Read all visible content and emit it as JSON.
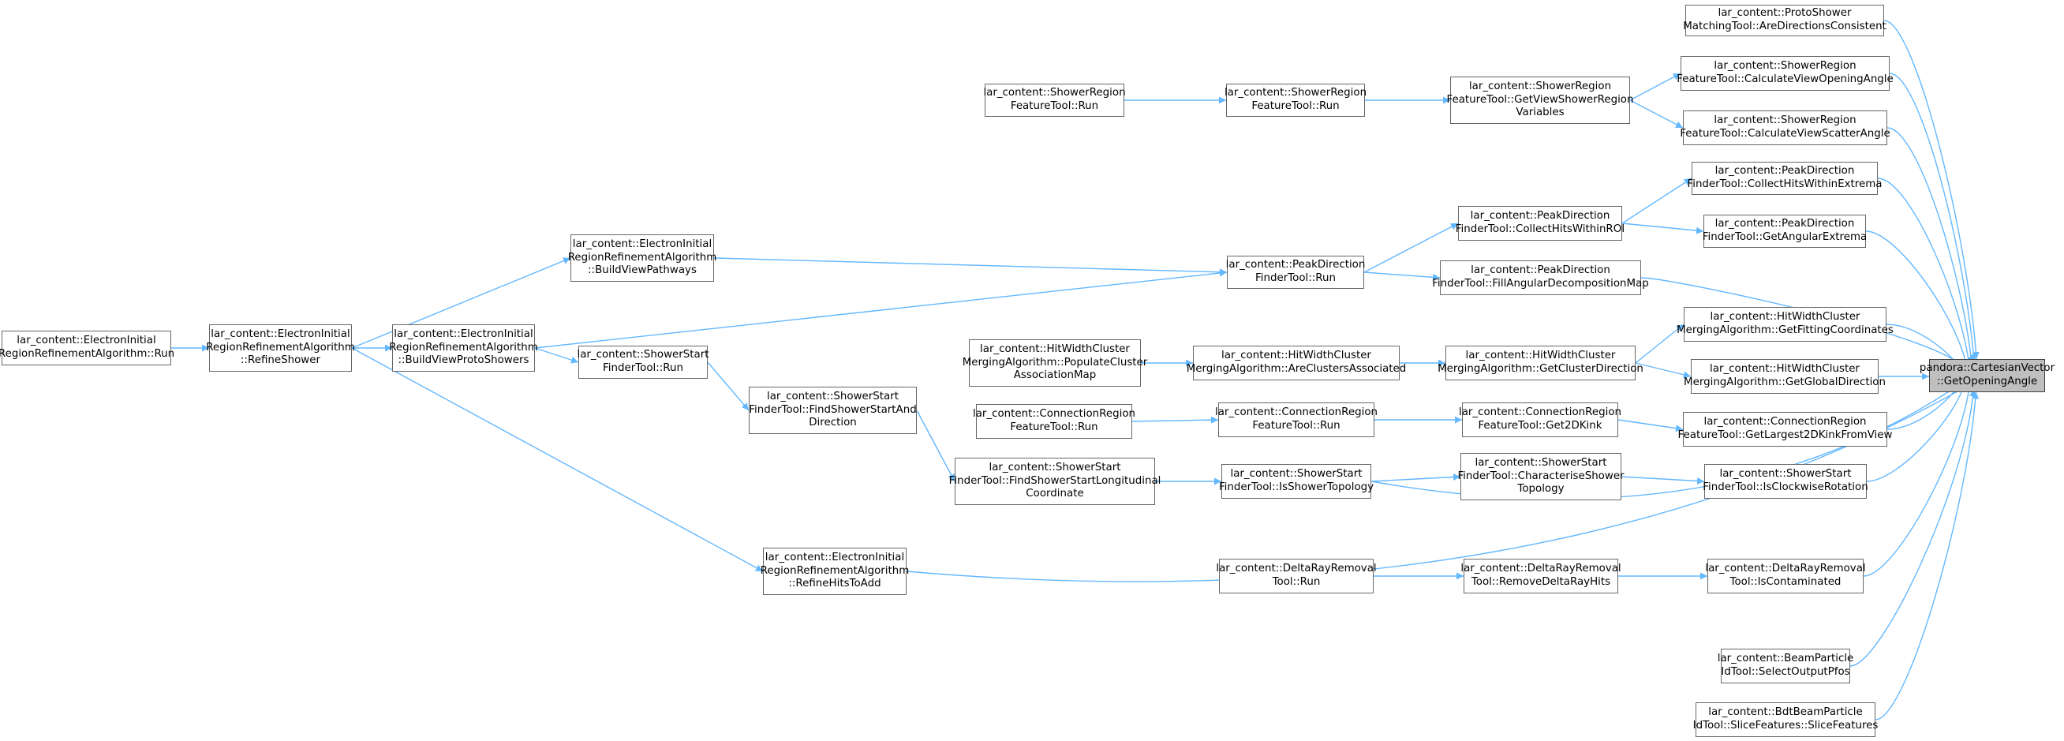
{
  "graph": {
    "edge_color": "#63b8ff",
    "node_border_color": "#666666",
    "target_fill_color": "#bfbfbf",
    "nodes": [
      {
        "id": "n_target",
        "lines": [
          "pandora::CartesianVector",
          "::GetOpeningAngle"
        ]
      },
      {
        "id": "n_proto",
        "lines": [
          "lar_content::ProtoShower",
          "MatchingTool::AreDirectionsConsistent"
        ]
      },
      {
        "id": "n_srf_cvoa",
        "lines": [
          "lar_content::ShowerRegion",
          "FeatureTool::CalculateViewOpeningAngle"
        ]
      },
      {
        "id": "n_srf_cvsa",
        "lines": [
          "lar_content::ShowerRegion",
          "FeatureTool::CalculateViewScatterAngle"
        ]
      },
      {
        "id": "n_srf_gvsr",
        "lines": [
          "lar_content::ShowerRegion",
          "FeatureTool::GetViewShowerRegion",
          "Variables"
        ]
      },
      {
        "id": "n_srf_run2",
        "lines": [
          "lar_content::ShowerRegion",
          "FeatureTool::Run"
        ]
      },
      {
        "id": "n_srf_run1",
        "lines": [
          "lar_content::ShowerRegion",
          "FeatureTool::Run"
        ]
      },
      {
        "id": "n_pd_chwe",
        "lines": [
          "lar_content::PeakDirection",
          "FinderTool::CollectHitsWithinExtrema"
        ]
      },
      {
        "id": "n_pd_gae",
        "lines": [
          "lar_content::PeakDirection",
          "FinderTool::GetAngularExtrema"
        ]
      },
      {
        "id": "n_pd_chwr",
        "lines": [
          "lar_content::PeakDirection",
          "FinderTool::CollectHitsWithinROI"
        ]
      },
      {
        "id": "n_pd_fadm",
        "lines": [
          "lar_content::PeakDirection",
          "FinderTool::FillAngularDecompositionMap"
        ]
      },
      {
        "id": "n_pd_run",
        "lines": [
          "lar_content::PeakDirection",
          "FinderTool::Run"
        ]
      },
      {
        "id": "n_eir_bvp",
        "lines": [
          "lar_content::ElectronInitial",
          "RegionRefinementAlgorithm",
          "::BuildViewPathways"
        ]
      },
      {
        "id": "n_eir_bvps",
        "lines": [
          "lar_content::ElectronInitial",
          "RegionRefinementAlgorithm",
          "::BuildViewProtoShowers"
        ]
      },
      {
        "id": "n_eir_rs",
        "lines": [
          "lar_content::ElectronInitial",
          "RegionRefinementAlgorithm",
          "::RefineShower"
        ]
      },
      {
        "id": "n_eir_run",
        "lines": [
          "lar_content::ElectronInitial",
          "RegionRefinementAlgorithm::Run"
        ]
      },
      {
        "id": "n_hw_gfc",
        "lines": [
          "lar_content::HitWidthCluster",
          "MergingAlgorithm::GetFittingCoordinates"
        ]
      },
      {
        "id": "n_hw_ggd",
        "lines": [
          "lar_content::HitWidthCluster",
          "MergingAlgorithm::GetGlobalDirection"
        ]
      },
      {
        "id": "n_hw_gcd",
        "lines": [
          "lar_content::HitWidthCluster",
          "MergingAlgorithm::GetClusterDirection"
        ]
      },
      {
        "id": "n_hw_aca",
        "lines": [
          "lar_content::HitWidthCluster",
          "MergingAlgorithm::AreClustersAssociated"
        ]
      },
      {
        "id": "n_hw_pcam",
        "lines": [
          "lar_content::HitWidthCluster",
          "MergingAlgorithm::PopulateCluster",
          "AssociationMap"
        ]
      },
      {
        "id": "n_cr_gl2k",
        "lines": [
          "lar_content::ConnectionRegion",
          "FeatureTool::GetLargest2DKinkFromView"
        ]
      },
      {
        "id": "n_cr_g2k",
        "lines": [
          "lar_content::ConnectionRegion",
          "FeatureTool::Get2DKink"
        ]
      },
      {
        "id": "n_cr_run2",
        "lines": [
          "lar_content::ConnectionRegion",
          "FeatureTool::Run"
        ]
      },
      {
        "id": "n_cr_run1",
        "lines": [
          "lar_content::ConnectionRegion",
          "FeatureTool::Run"
        ]
      },
      {
        "id": "n_ss_icr",
        "lines": [
          "lar_content::ShowerStart",
          "FinderTool::IsClockwiseRotation"
        ]
      },
      {
        "id": "n_ss_cst",
        "lines": [
          "lar_content::ShowerStart",
          "FinderTool::CharacteriseShower",
          "Topology"
        ]
      },
      {
        "id": "n_ss_ist",
        "lines": [
          "lar_content::ShowerStart",
          "FinderTool::IsShowerTopology"
        ]
      },
      {
        "id": "n_ss_fsslc",
        "lines": [
          "lar_content::ShowerStart",
          "FinderTool::FindShowerStartLongitudinal",
          "Coordinate"
        ]
      },
      {
        "id": "n_ss_fssad",
        "lines": [
          "lar_content::ShowerStart",
          "FinderTool::FindShowerStartAnd",
          "Direction"
        ]
      },
      {
        "id": "n_ss_run",
        "lines": [
          "lar_content::ShowerStart",
          "FinderTool::Run"
        ]
      },
      {
        "id": "n_dr_ic",
        "lines": [
          "lar_content::DeltaRayRemoval",
          "Tool::IsContaminated"
        ]
      },
      {
        "id": "n_dr_rdrh",
        "lines": [
          "lar_content::DeltaRayRemoval",
          "Tool::RemoveDeltaRayHits"
        ]
      },
      {
        "id": "n_dr_run",
        "lines": [
          "lar_content::DeltaRayRemoval",
          "Tool::Run"
        ]
      },
      {
        "id": "n_eir_rhta",
        "lines": [
          "lar_content::ElectronInitial",
          "RegionRefinementAlgorithm",
          "::RefineHitsToAdd"
        ]
      },
      {
        "id": "n_bp_sop",
        "lines": [
          "lar_content::BeamParticle",
          "IdTool::SelectOutputPfos"
        ]
      },
      {
        "id": "n_bdt_sf",
        "lines": [
          "lar_content::BdtBeamParticle",
          "IdTool::SliceFeatures::SliceFeatures"
        ]
      }
    ]
  }
}
